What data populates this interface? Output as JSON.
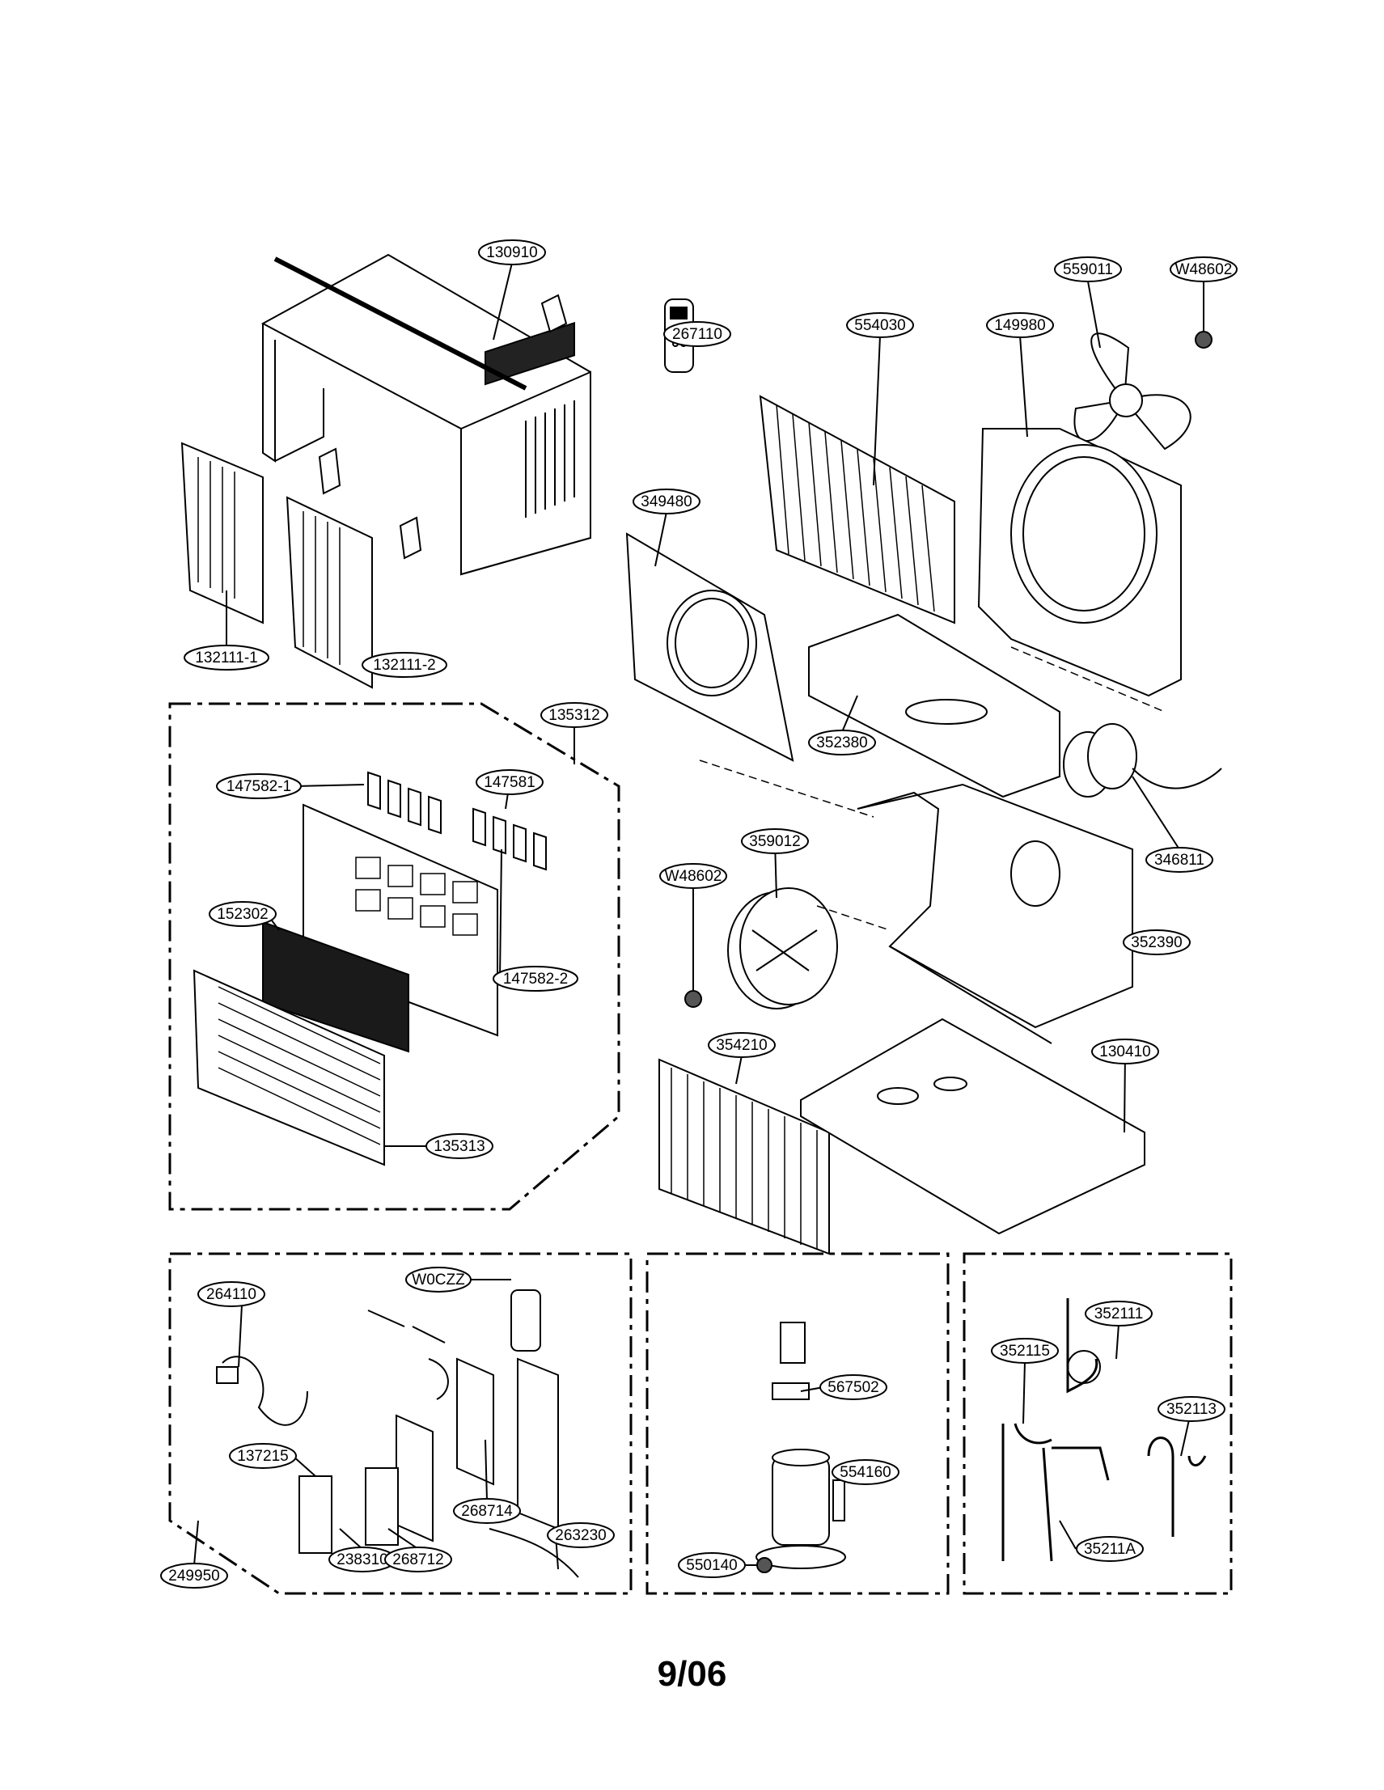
{
  "labels": [
    "130910",
    "559011",
    "W48602",
    "267110",
    "554030",
    "149980",
    "132111-1",
    "132111-2",
    "349480",
    "352380",
    "135312",
    "147582-1",
    "147581",
    "152302",
    "147582-2",
    "135313",
    "359012",
    "W48602",
    "346811",
    "352390",
    "354210",
    "130410",
    "264110",
    "W0CZZ",
    "137215",
    "268714",
    "263230",
    "238310",
    "268712",
    "249950",
    "567502",
    "554160",
    "550140",
    "352111",
    "352115",
    "352113",
    "35211A"
  ],
  "footer": "9/06"
}
